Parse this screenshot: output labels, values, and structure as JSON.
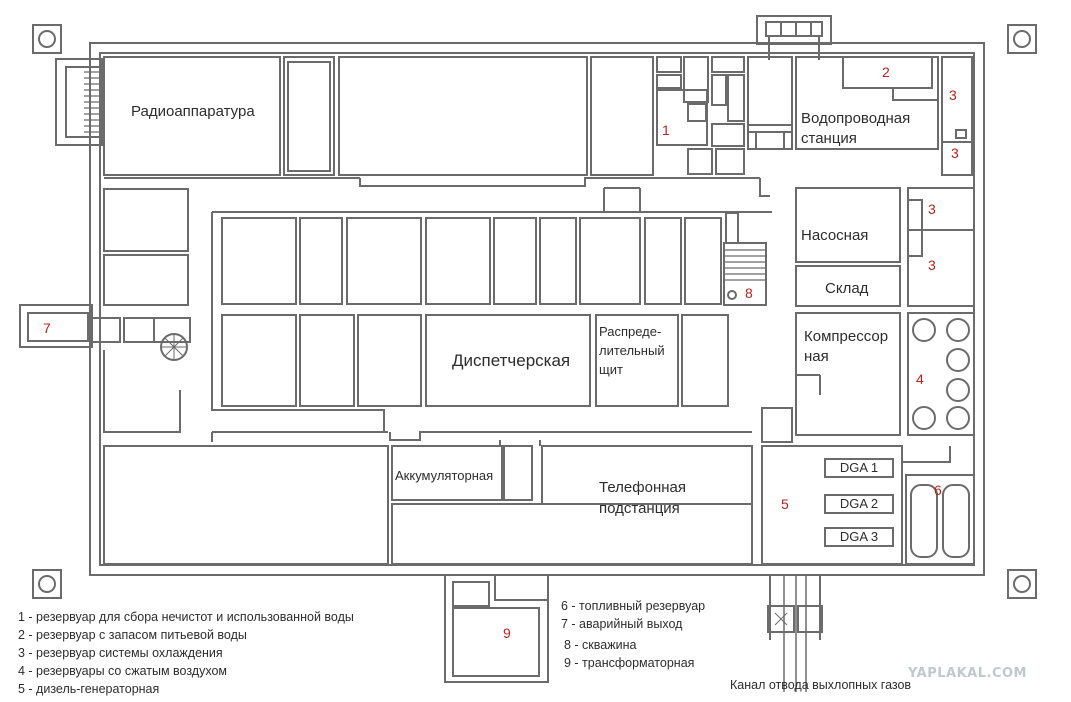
{
  "rooms": {
    "radio": "Радиоаппаратура",
    "water_station_1": "Водопроводная",
    "water_station_2": "станция",
    "pump": "Насосная",
    "store": "Склад",
    "compressor_1": "Компрессор",
    "compressor_2": "ная",
    "dispatch": "Диспетчерская",
    "distrib_1": "Распреде-",
    "distrib_2": "лительный",
    "distrib_3": "щит",
    "battery": "Аккумуляторная",
    "phone_1": "Телефонная",
    "phone_2": "подстанция",
    "dga1": "DGA 1",
    "dga2": "DGA 2",
    "dga3": "DGA 3"
  },
  "markers": {
    "m1": "1",
    "m2": "2",
    "m3a": "3",
    "m3b": "3",
    "m3c": "3",
    "m3d": "3",
    "m4": "4",
    "m5": "5",
    "m6": "6",
    "m7": "7",
    "m8": "8",
    "m9": "9"
  },
  "legend": [
    "1 - резервуар для сбора нечистот и использованной воды",
    "2 - резервуар с запасом питьевой воды",
    "3 - резервуар системы охлаждения",
    "4 - резервуары со сжатым воздухом",
    "5 - дизель-генераторная",
    "6 - топливный резервуар",
    "7 - аварийный выход",
    "8 - скважина",
    "9 - трансформаторная"
  ],
  "exhaust_caption": "Канал отвода выхлопных газов",
  "watermark": "YAPLAKAL.COM",
  "colors": {
    "wall": "#6b6b6b",
    "marker": "#b8241c",
    "text": "#2d2d2d"
  }
}
